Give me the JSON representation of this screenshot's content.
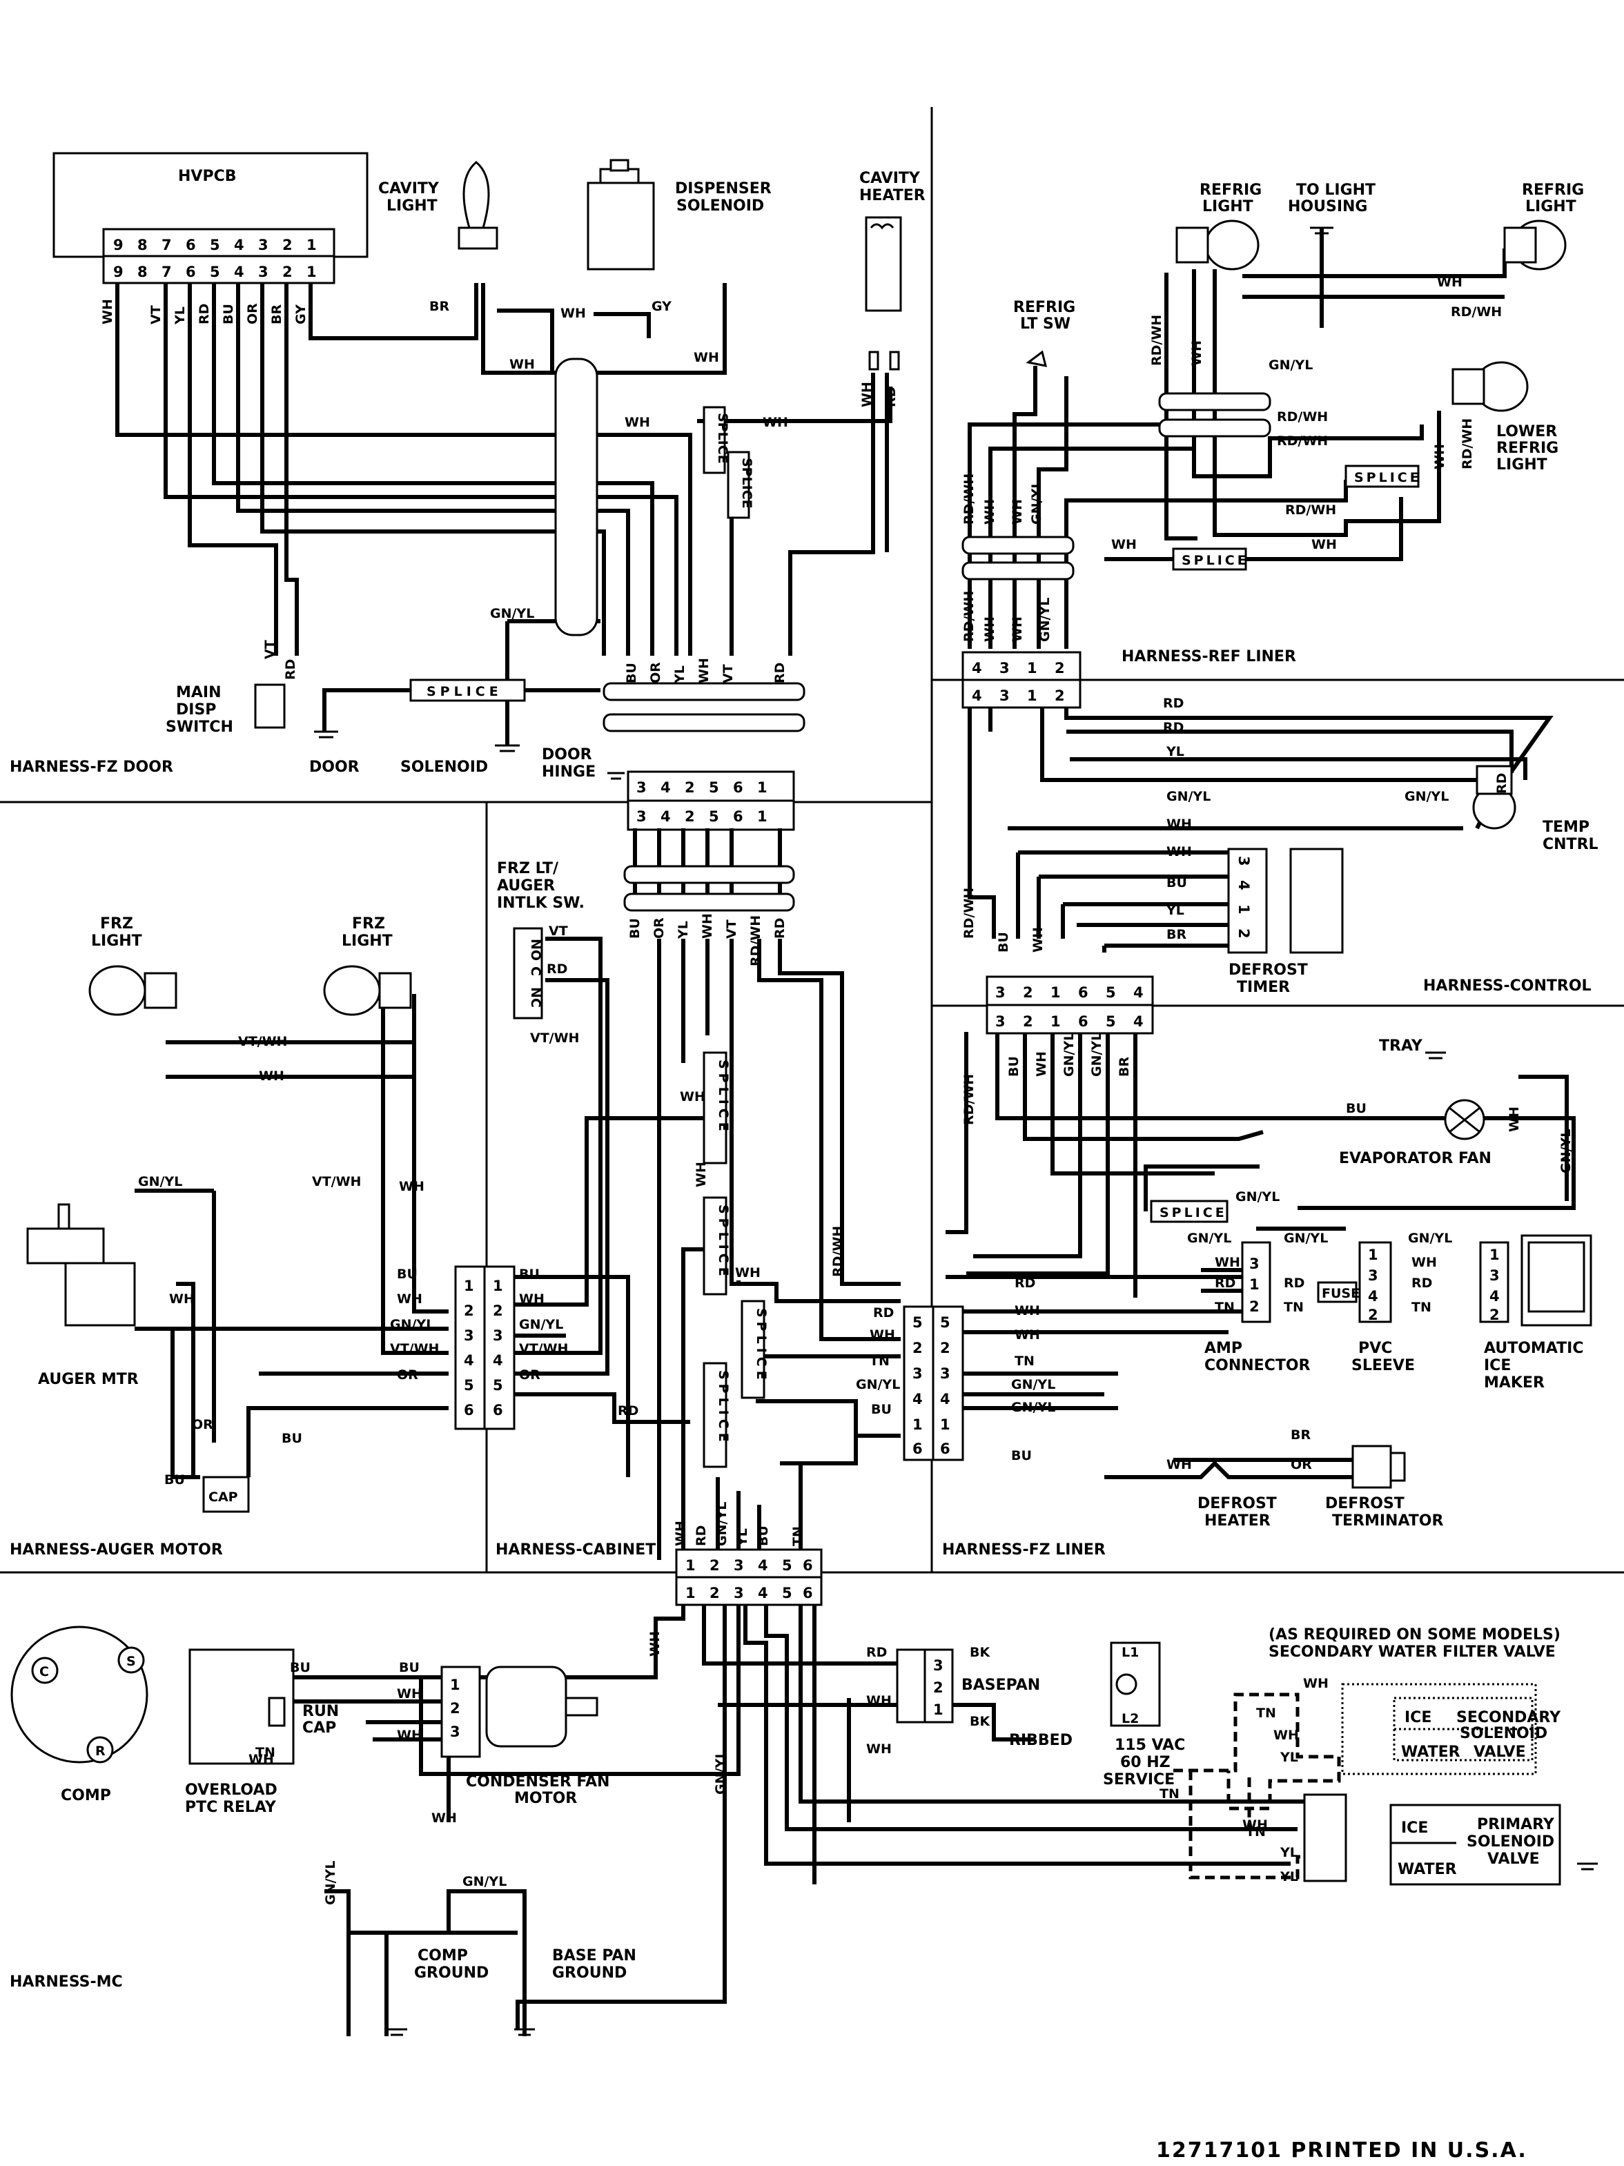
{
  "diagram": {
    "harness_labels": [
      "HARNESS-FZ DOOR",
      "HARNESS-REF LINER",
      "HARNESS-CONTROL",
      "HARNESS-AUGER MOTOR",
      "HARNESS-CABINET",
      "HARNESS-FZ LINER",
      "HARNESS-MC"
    ],
    "hvpcb": {
      "label": "HVPCB",
      "pins": [
        "9",
        "8",
        "7",
        "6",
        "5",
        "4",
        "3",
        "2",
        "1"
      ],
      "wires": [
        "WH",
        "VT",
        "YL",
        "RD",
        "BU",
        "OR",
        "BR",
        "GY"
      ]
    },
    "components": {
      "cavity_light": [
        "CAVITY",
        "LIGHT"
      ],
      "dispenser_solenoid": [
        "DISPENSER",
        "SOLENOID"
      ],
      "cavity_heater": [
        "CAVITY",
        "HEATER"
      ],
      "refrig_light_left": [
        "REFRIG",
        "LIGHT"
      ],
      "to_light_housing": [
        "TO LIGHT",
        "HOUSING"
      ],
      "refrig_light_right": [
        "REFRIG",
        "LIGHT"
      ],
      "refrig_lt_sw": [
        "REFRIG",
        "LT SW"
      ],
      "lower_refrig_light": [
        "LOWER",
        "REFRIG",
        "LIGHT"
      ],
      "main_disp_switch": [
        "MAIN",
        "DISP",
        "SWITCH"
      ],
      "door": "DOOR",
      "solenoid": "SOLENOID",
      "door_hinge": [
        "DOOR",
        "HINGE"
      ],
      "temp_cntrl": [
        "TEMP",
        "CNTRL"
      ],
      "defrost_timer": [
        "DEFROST",
        "TIMER"
      ],
      "frz_lt_auger": [
        "FRZ LT/",
        "AUGER",
        "INTLK SW."
      ],
      "frz_light_1": [
        "FRZ",
        "LIGHT"
      ],
      "frz_light_2": [
        "FRZ",
        "LIGHT"
      ],
      "tray": "TRAY",
      "evaporator_fan": "EVAPORATOR FAN",
      "auger_mtr": "AUGER MTR",
      "cap": "CAP",
      "amp_connector": [
        "AMP",
        "CONNECTOR"
      ],
      "pvc_sleeve": [
        "PVC",
        "SLEEVE"
      ],
      "fuse": "FUSE",
      "automatic_ice_maker": [
        "AUTOMATIC",
        "ICE",
        "MAKER"
      ],
      "defrost_heater": [
        "DEFROST",
        "HEATER"
      ],
      "defrost_terminator": [
        "DEFROST",
        "TERMINATOR"
      ],
      "comp": "COMP",
      "overload_ptc_relay": [
        "OVERLOAD",
        "PTC RELAY"
      ],
      "run_cap": [
        "RUN",
        "CAP"
      ],
      "condenser_fan_motor": [
        "CONDENSER FAN",
        "MOTOR"
      ],
      "basepan": "BASEPAN",
      "ribbed": "RIBBED",
      "service": [
        "115 VAC",
        "60 HZ",
        "SERVICE"
      ],
      "comp_ground": [
        "COMP",
        "GROUND"
      ],
      "base_pan_ground": [
        "BASE PAN",
        "GROUND"
      ],
      "secondary_note": [
        "(AS REQUIRED ON SOME MODELS)",
        "SECONDARY WATER FILTER VALVE"
      ],
      "secondary_valve": {
        "ice": "ICE",
        "water": "WATER",
        "name": [
          "SECONDARY",
          "SOLENOID",
          "VALVE"
        ]
      },
      "primary_valve": {
        "ice": "ICE",
        "water": "WATER",
        "name": [
          "PRIMARY",
          "SOLENOID",
          "VALVE"
        ]
      },
      "splice": "SPLICE",
      "comp_terminals": [
        "C",
        "S",
        "R"
      ],
      "timer_pins": [
        "3",
        "4",
        "1",
        "2"
      ],
      "switch_terms": [
        "NO",
        "C",
        "NC"
      ]
    },
    "connectors": {
      "door_hinge": [
        "3",
        "4",
        "2",
        "5",
        "6",
        "1"
      ],
      "ref_liner": [
        "4",
        "3",
        "1",
        "2"
      ],
      "control": [
        "3",
        "2",
        "1",
        "6",
        "5",
        "4"
      ],
      "auger": [
        "1",
        "2",
        "3",
        "4",
        "5",
        "6"
      ],
      "fz_liner_left": [
        "5",
        "2",
        "3",
        "4",
        "1",
        "6"
      ],
      "fz_liner_right": [
        "5",
        "2",
        "3",
        "4",
        "1",
        "6"
      ],
      "cabinet_mc": [
        "1",
        "2",
        "3",
        "4",
        "5",
        "6"
      ],
      "basepan_conn": [
        "3",
        "2",
        "1"
      ],
      "amp": [
        "3",
        "1",
        "2"
      ],
      "pvc": [
        "1",
        "3",
        "4",
        "2"
      ],
      "icemaker": [
        "1",
        "3",
        "4",
        "2"
      ],
      "motor": [
        "1",
        "2",
        "3"
      ],
      "service_plug": [
        "L1",
        "L2"
      ]
    },
    "wire_colors": {
      "wh": "WH",
      "vt": "VT",
      "yl": "YL",
      "rd": "RD",
      "bu": "BU",
      "or": "OR",
      "br": "BR",
      "gy": "GY",
      "tn": "TN",
      "bk": "BK",
      "gnyl": "GN/YL",
      "rdwh": "RD/WH",
      "vtwh": "VT/WH"
    },
    "footer": "12717101 PRINTED IN U.S.A."
  }
}
